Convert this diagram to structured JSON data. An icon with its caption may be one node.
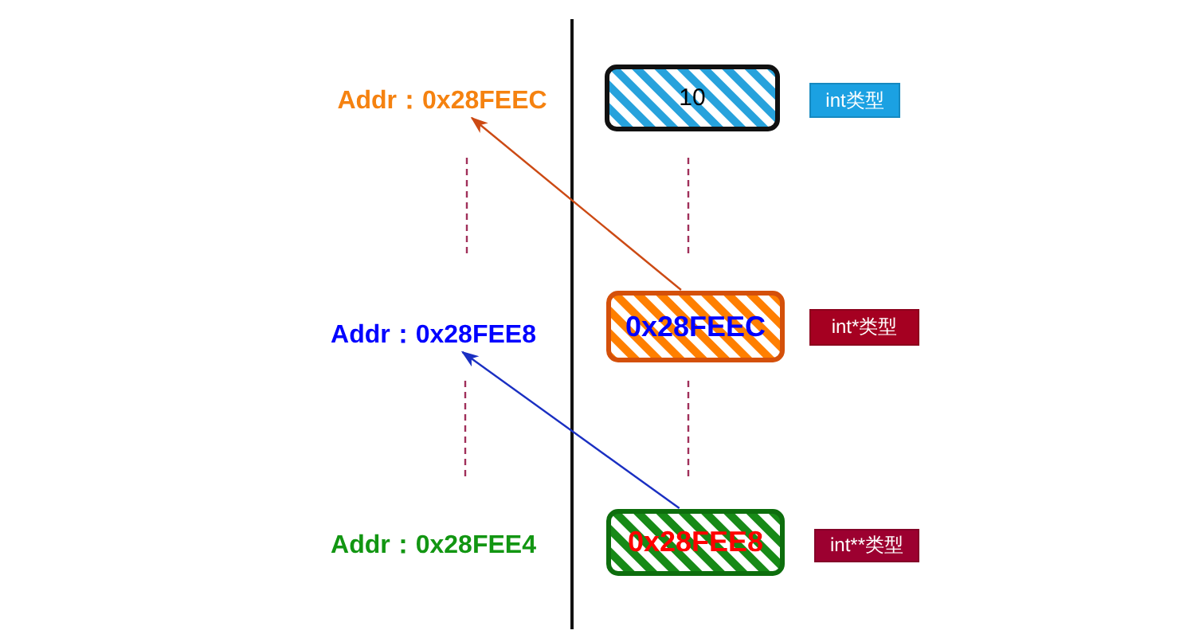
{
  "diagram": {
    "nodes": [
      {
        "text": [
          "Addr：0x28FEEC"
        ]
      },
      {
        "text": [
          "10"
        ]
      },
      {
        "text": [
          "int类型"
        ]
      },
      {
        "text": [
          "Addr：0x28FEE8"
        ]
      },
      {
        "text": [
          "0x28FEEC"
        ]
      },
      {
        "text": [
          "int*类型"
        ]
      },
      {
        "text": [
          "Addr：0x28FEE4"
        ]
      },
      {
        "text": [
          "0x28FEE8"
        ]
      },
      {
        "text": [
          "int**类型"
        ]
      }
    ],
    "edges": [
      {
        "from": 4,
        "to": 0,
        "arrow": "to",
        "color": "#cc4a14"
      },
      {
        "from": 7,
        "to": 3,
        "arrow": "to",
        "color": "#1a2fc2"
      }
    ]
  }
}
